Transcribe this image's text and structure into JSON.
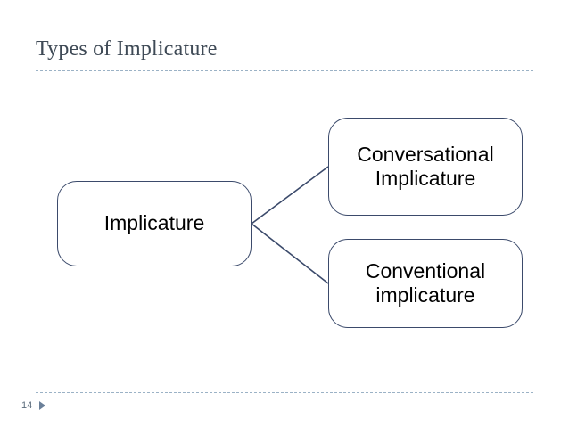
{
  "slide": {
    "title": "Types of Implicature",
    "page_number": "14",
    "accent_color": "#3b4a6b",
    "rule_color": "#9bb2c6",
    "title_color": "#3f4a56"
  },
  "diagram": {
    "type": "tree",
    "root": {
      "label": "Implicature"
    },
    "branches": [
      {
        "label": "Conversational Implicature"
      },
      {
        "label": "Conventional implicature"
      }
    ]
  }
}
